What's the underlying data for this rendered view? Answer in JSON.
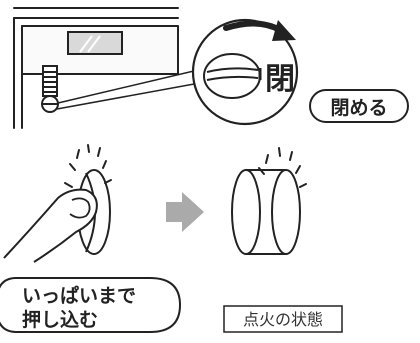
{
  "labels": {
    "closed_glyph": "閉",
    "close_action": "閉める",
    "push_line1": "いっぱいまで",
    "push_line2": "押し込む",
    "ignition_state": "点火の状態"
  },
  "icons": {
    "rotate_arrow": "curved-arrow-icon",
    "next_step": "right-arrow-icon"
  },
  "colors": {
    "line": "#222222",
    "arrow_fill": "#aaaaaa",
    "panel_fill": "#f3f3f3",
    "window_fill": "#d9d9d9"
  }
}
